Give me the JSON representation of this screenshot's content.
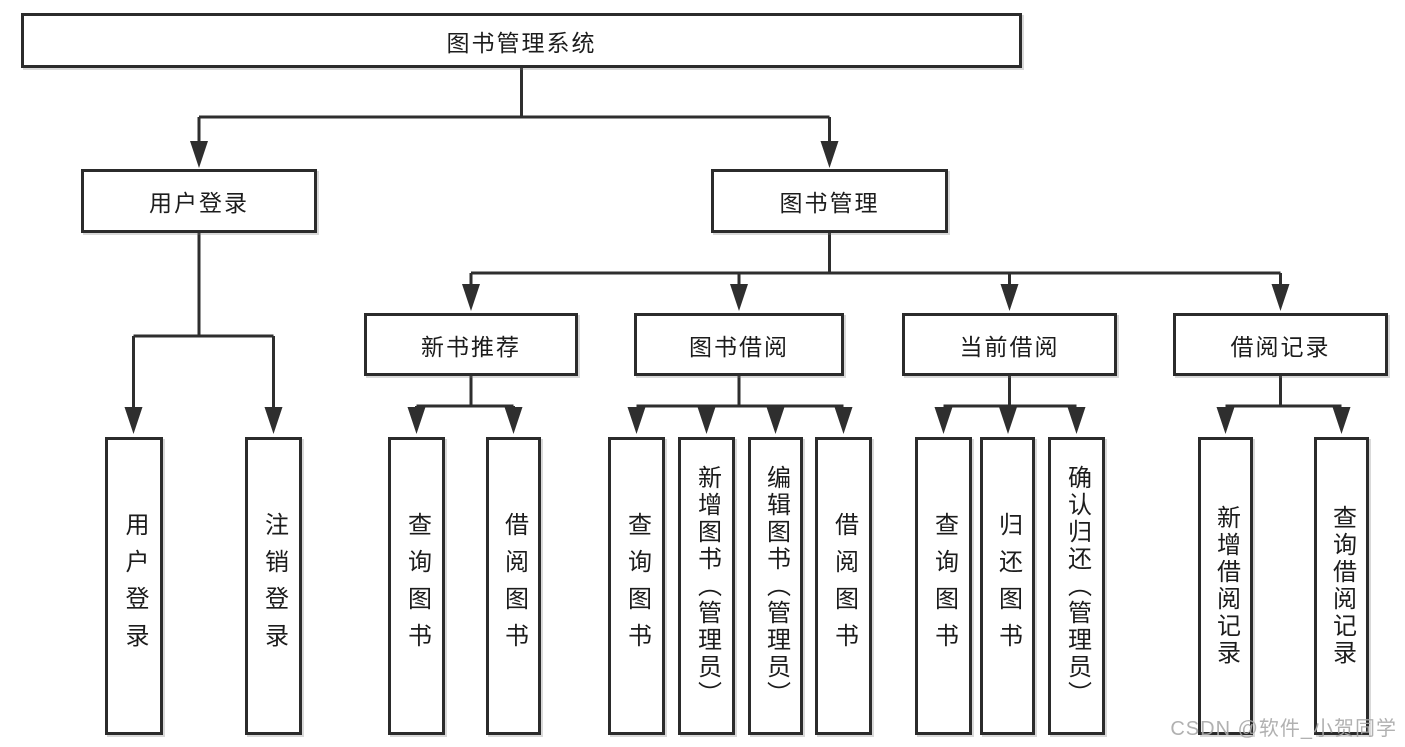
{
  "diagram_title": "图书管理系统",
  "nodes": [
    {
      "id": "system",
      "label": "图书管理系统",
      "level": 1,
      "parent": null
    },
    {
      "id": "user-login",
      "label": "用户登录",
      "level": 2,
      "parent": "system"
    },
    {
      "id": "book-management",
      "label": "图书管理",
      "level": 2,
      "parent": "system"
    },
    {
      "id": "new-book-recommend",
      "label": "新书推荐",
      "level": 3,
      "parent": "book-management"
    },
    {
      "id": "book-borrow",
      "label": "图书借阅",
      "level": 3,
      "parent": "book-management"
    },
    {
      "id": "current-borrow",
      "label": "当前借阅",
      "level": 3,
      "parent": "book-management"
    },
    {
      "id": "borrow-records",
      "label": "借阅记录",
      "level": 3,
      "parent": "book-management"
    },
    {
      "id": "leaf-user-login",
      "label": "用户登录",
      "level": 4,
      "parent": "user-login"
    },
    {
      "id": "leaf-logout",
      "label": "注销登录",
      "level": 4,
      "parent": "user-login"
    },
    {
      "id": "leaf-query-books-1",
      "label": "查询图书",
      "level": 4,
      "parent": "new-book-recommend"
    },
    {
      "id": "leaf-borrow-books-1",
      "label": "借阅图书",
      "level": 4,
      "parent": "new-book-recommend"
    },
    {
      "id": "leaf-query-books-2",
      "label": "查询图书",
      "level": 4,
      "parent": "book-borrow"
    },
    {
      "id": "leaf-add-books",
      "label": "新增图书（管理员）",
      "level": 4,
      "parent": "book-borrow"
    },
    {
      "id": "leaf-edit-books",
      "label": "编辑图书（管理员）",
      "level": 4,
      "parent": "book-borrow"
    },
    {
      "id": "leaf-borrow-books-2",
      "label": "借阅图书",
      "level": 4,
      "parent": "book-borrow"
    },
    {
      "id": "leaf-query-books-3",
      "label": "查询图书",
      "level": 4,
      "parent": "current-borrow"
    },
    {
      "id": "leaf-return-books",
      "label": "归还图书",
      "level": 4,
      "parent": "current-borrow"
    },
    {
      "id": "leaf-confirm-return",
      "label": "确认归还（管理员）",
      "level": 4,
      "parent": "current-borrow"
    },
    {
      "id": "leaf-add-borrow-record",
      "label": "新增借阅记录",
      "level": 4,
      "parent": "borrow-records"
    },
    {
      "id": "leaf-query-borrow-record",
      "label": "查询借阅记录",
      "level": 4,
      "parent": "borrow-records"
    }
  ],
  "watermark": {
    "text": "CSDN @软件_小贺同学"
  },
  "colors": {
    "line": "#2e2e2e",
    "box_border": "#2b2b2b",
    "text": "#1c1c1c",
    "watermark": "#a9a9a9",
    "background": "#ffffff"
  }
}
